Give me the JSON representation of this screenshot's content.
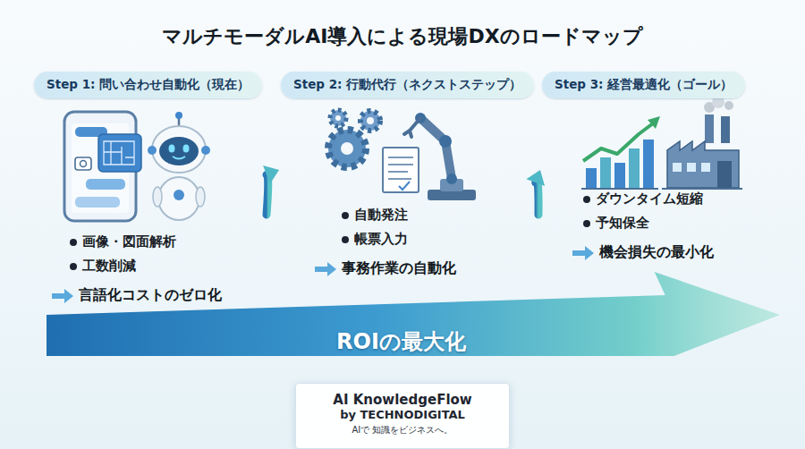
{
  "diagram": {
    "title": "マルチモーダルAI導入による現場DXのロードマップ",
    "nodes": [
      {
        "text": [
          "Step 1: 問い合わせ自動化（現在）",
          "画像・図面解析",
          "工数削減",
          "言語化コストのゼロ化"
        ]
      },
      {
        "text": [
          "Step 2: 行動代行（ネクストステップ）",
          "自動発注",
          "帳票入力",
          "事務作業の自動化"
        ]
      },
      {
        "text": [
          "Step 3: 経営最適化（ゴール）",
          "ダウンタイム短縮",
          "予知保全",
          "機会損失の最小化"
        ]
      },
      {
        "text": [
          "ROIの最大化"
        ]
      },
      {
        "text": [
          "AI KnowledgeFlow",
          "by TECHNODIGITAL",
          "AIで 知識をビジネスへ。"
        ]
      }
    ],
    "edges": [
      {
        "from": 0,
        "to": 1,
        "arrow": "to"
      },
      {
        "from": 1,
        "to": 2,
        "arrow": "to"
      }
    ]
  }
}
